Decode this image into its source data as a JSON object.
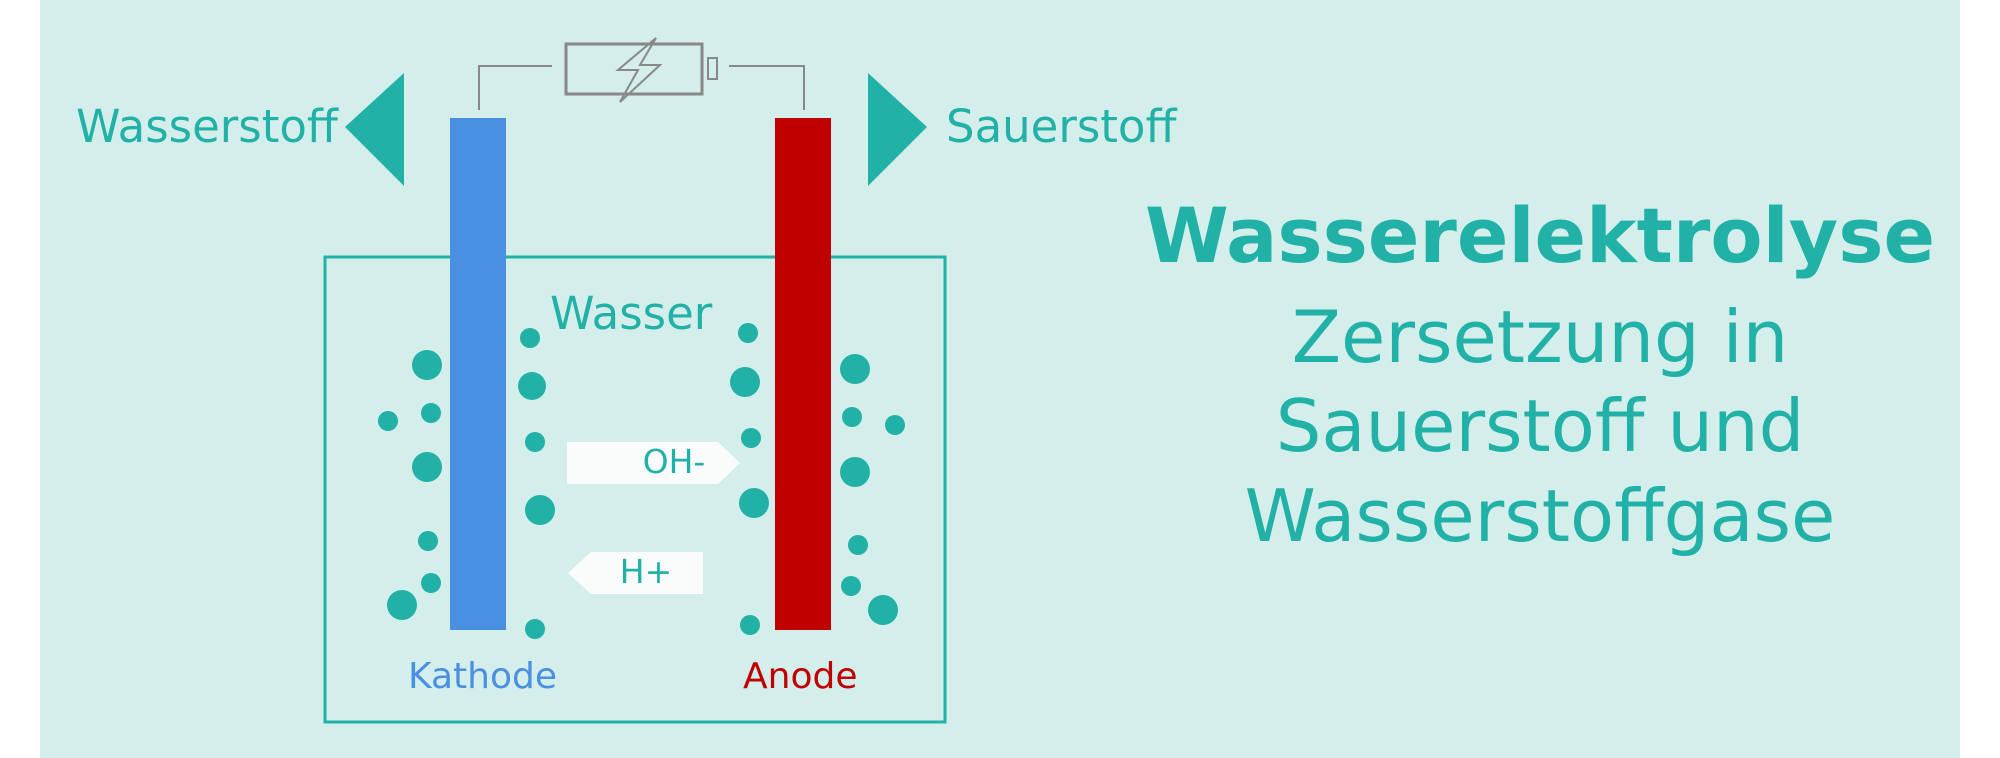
{
  "diagram": {
    "hydrogen_label": "Wasserstoff",
    "oxygen_label": "Sauerstoff",
    "water_label": "Wasser",
    "cathode_label": "Kathode",
    "anode_label": "Anode",
    "hydroxide_label": "OH-",
    "proton_label": "H+"
  },
  "heading": {
    "title": "Wasserelektrolyse",
    "subtitle_lines": [
      "Zersetzung in",
      "Sauerstoff und",
      "Wasserstoffgase"
    ]
  },
  "colors": {
    "background": "#d4eeec",
    "teal": "#22b1a6",
    "cathode": "#4a90e2",
    "anode": "#c00000",
    "wire": "#888888",
    "ion_arrow": "#fafcfc"
  },
  "icons": {
    "battery": "battery-icon",
    "lightning": "lightning-icon"
  }
}
